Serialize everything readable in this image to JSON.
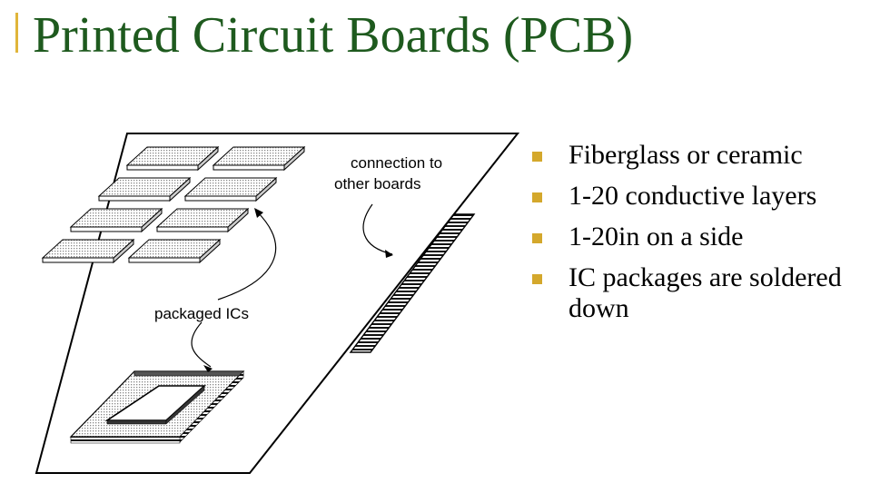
{
  "slide": {
    "title": "Printed Circuit Boards (PCB)",
    "accent_color": "#e0b53a",
    "title_color": "#1e5a1e"
  },
  "figure": {
    "label_connection_line1": "connection to",
    "label_connection_line2": "other boards",
    "label_packaged": "packaged ICs"
  },
  "bullets": [
    {
      "text": "Fiberglass or ceramic"
    },
    {
      "text": "1-20 conductive layers"
    },
    {
      "text": "1-20in on a side"
    },
    {
      "text": "IC packages are soldered down"
    }
  ],
  "bullet_color": "#d4a82c"
}
